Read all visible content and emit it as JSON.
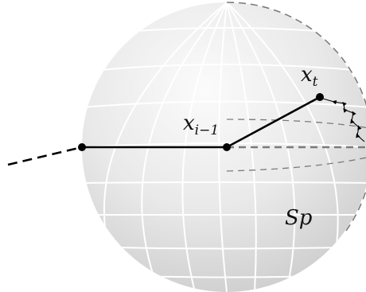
{
  "labels": {
    "x_t_main": "x",
    "x_t_sub": "t",
    "x_prev_main": "x",
    "x_prev_sub": "i−1",
    "sphere_label": "Sp"
  },
  "colors": {
    "sphere_light": "#f7f7f7",
    "sphere_dark": "#cfcfcf",
    "grid": "#ffffff",
    "path": "#000000",
    "dashed_gray": "#7a7a7a"
  }
}
